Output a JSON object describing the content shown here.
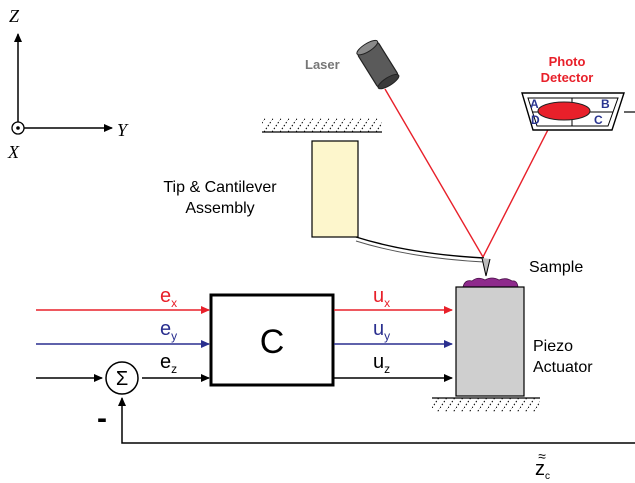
{
  "axes": {
    "z": "Z",
    "y": "Y",
    "x": "X"
  },
  "laser_label": "Laser",
  "detector": {
    "title_line1": "Photo",
    "title_line2": "Detector",
    "quadrants": [
      "A",
      "B",
      "C",
      "D"
    ]
  },
  "cantilever_label_line1": "Tip & Cantilever",
  "cantilever_label_line2": "Assembly",
  "sample_label": "Sample",
  "piezo_label_line1": "Piezo",
  "piezo_label_line2": "Actuator",
  "controller_label": "C",
  "inputs": [
    {
      "base": "e",
      "sub": "x"
    },
    {
      "base": "e",
      "sub": "y"
    },
    {
      "base": "e",
      "sub": "z"
    }
  ],
  "outputs": [
    {
      "base": "u",
      "sub": "x"
    },
    {
      "base": "u",
      "sub": "y"
    },
    {
      "base": "u",
      "sub": "z"
    }
  ],
  "sum_symbol": "Σ",
  "minus_sign": "-",
  "feedback": {
    "base": "z",
    "sub": "c",
    "accent": "≈"
  },
  "colors": {
    "x_channel": "#e8202a",
    "y_channel": "#2a2f8f",
    "z_channel": "#000000",
    "laser_beam": "#e8202a",
    "photo_detector_title": "#e8202a",
    "detector_spot": "#e8202a",
    "detector_quadrant_letters": "#2a3590",
    "cantilever_block": "#fdf6cc",
    "piezo_body": "#cfcfcf",
    "sample": "#8e2a8c",
    "laser_body": "#5a5a5a",
    "laser_label": "#777777"
  }
}
